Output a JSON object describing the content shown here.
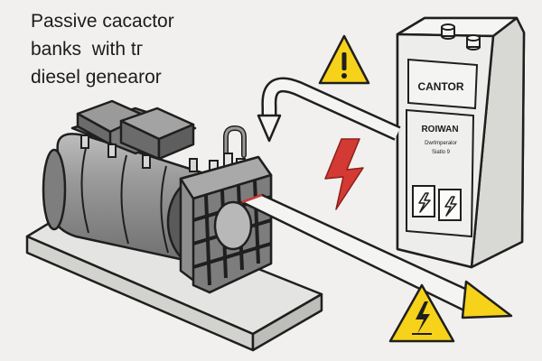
{
  "title": {
    "line1": "Passive cacactor",
    "line2": "banks  with tг",
    "line3": "diesel genearor"
  },
  "cabinet": {
    "top_label": "CANTOR",
    "name_label": "ROIWAN",
    "small_label_1": "Dwrlmperalor",
    "small_label_2": "Siatlo 9"
  },
  "colors": {
    "background": "#f1f0ee",
    "outline": "#1f1f1f",
    "generator_gray": "#8c8c8c",
    "cabinet_fill": "#ececea",
    "warning_yellow": "#f6d21b",
    "lightning_red": "#d23a33",
    "pipe_fill": "#f4f4f2"
  },
  "icons": [
    "warning-triangle-icon",
    "high-voltage-warning-icon",
    "lightning-bolt-icon",
    "flow-arrow-icon"
  ]
}
